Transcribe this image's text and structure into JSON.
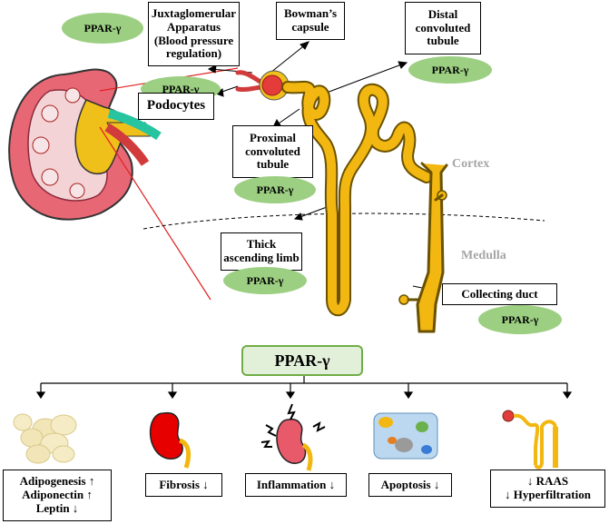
{
  "labels": {
    "ppar_top_left": "PPAR-γ",
    "juxtaglomerular": "Juxtaglomerular Apparatus (Blood pressure regulation)",
    "bowmans": "Bowman’s capsule",
    "distal": "Distal convoluted tubule",
    "ppar_distal": "PPAR-γ",
    "ppar_podocyte": "PPAR-γ",
    "podocytes": "Podocytes",
    "proximal": "Proximal convoluted tubule",
    "ppar_proximal": "PPAR-γ",
    "cortex": "Cortex",
    "medulla": "Medulla",
    "thick": "Thick ascending limb",
    "ppar_thick": "PPAR-γ",
    "collecting": "Collecting duct",
    "ppar_collecting": "PPAR-γ",
    "hub": "PPAR-γ"
  },
  "effects": [
    {
      "icon": "fat-cells-icon",
      "lines": [
        "Adipogenesis ↑",
        "Adiponectin ↑",
        "Leptin ↓"
      ]
    },
    {
      "icon": "red-kidney-icon",
      "lines": [
        "Fibrosis ↓"
      ]
    },
    {
      "icon": "inflamed-kidney-icon",
      "lines": [
        "Inflammation ↓"
      ]
    },
    {
      "icon": "apoptotic-cells-icon",
      "lines": [
        "Apoptosis ↓"
      ]
    },
    {
      "icon": "nephron-icon",
      "lines": [
        "↓ RAAS",
        "↓ Hyperfiltration"
      ]
    }
  ],
  "colors": {
    "oval": "#9ccf82",
    "hub_fill": "#e2f0d9",
    "hub_border": "#70ad47",
    "tubule": "#f3b712",
    "kidney": "#e85a6a",
    "zone_text": "#a6a6a6"
  }
}
